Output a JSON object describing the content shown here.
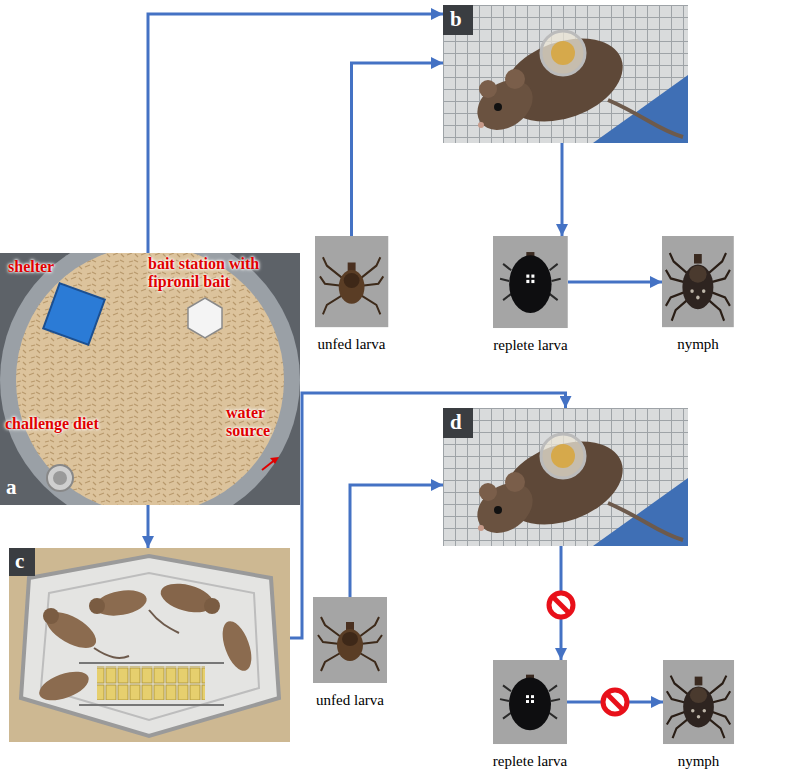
{
  "diagram": {
    "nodes": [
      {
        "text": [
          "b"
        ]
      },
      {
        "text": [
          "unfed larva"
        ]
      },
      {
        "text": [
          "replete larva"
        ]
      },
      {
        "text": [
          "nymph"
        ]
      },
      {
        "text": [
          "shelter",
          "bait station with fipronil bait",
          "water source",
          "challenge diet",
          "a"
        ]
      },
      {
        "text": [
          "d"
        ]
      },
      {
        "text": [
          "c"
        ]
      },
      {
        "text": [
          "unfed larva"
        ]
      },
      {
        "text": [
          "replete larva"
        ]
      },
      {
        "text": [
          "nymph"
        ]
      }
    ],
    "edges": [
      {
        "from": 4,
        "to": 0,
        "arrow": "to"
      },
      {
        "from": 1,
        "to": 0,
        "arrow": "to"
      },
      {
        "from": 0,
        "to": 2,
        "arrow": "to"
      },
      {
        "from": 2,
        "to": 3,
        "arrow": "to"
      },
      {
        "from": 4,
        "to": 6,
        "arrow": "to"
      },
      {
        "from": 6,
        "to": 5,
        "arrow": "to"
      },
      {
        "from": 7,
        "to": 5,
        "arrow": "to"
      },
      {
        "from": 5,
        "to": 8,
        "arrow": "to"
      },
      {
        "from": 8,
        "to": 9,
        "arrow": "to"
      }
    ]
  }
}
